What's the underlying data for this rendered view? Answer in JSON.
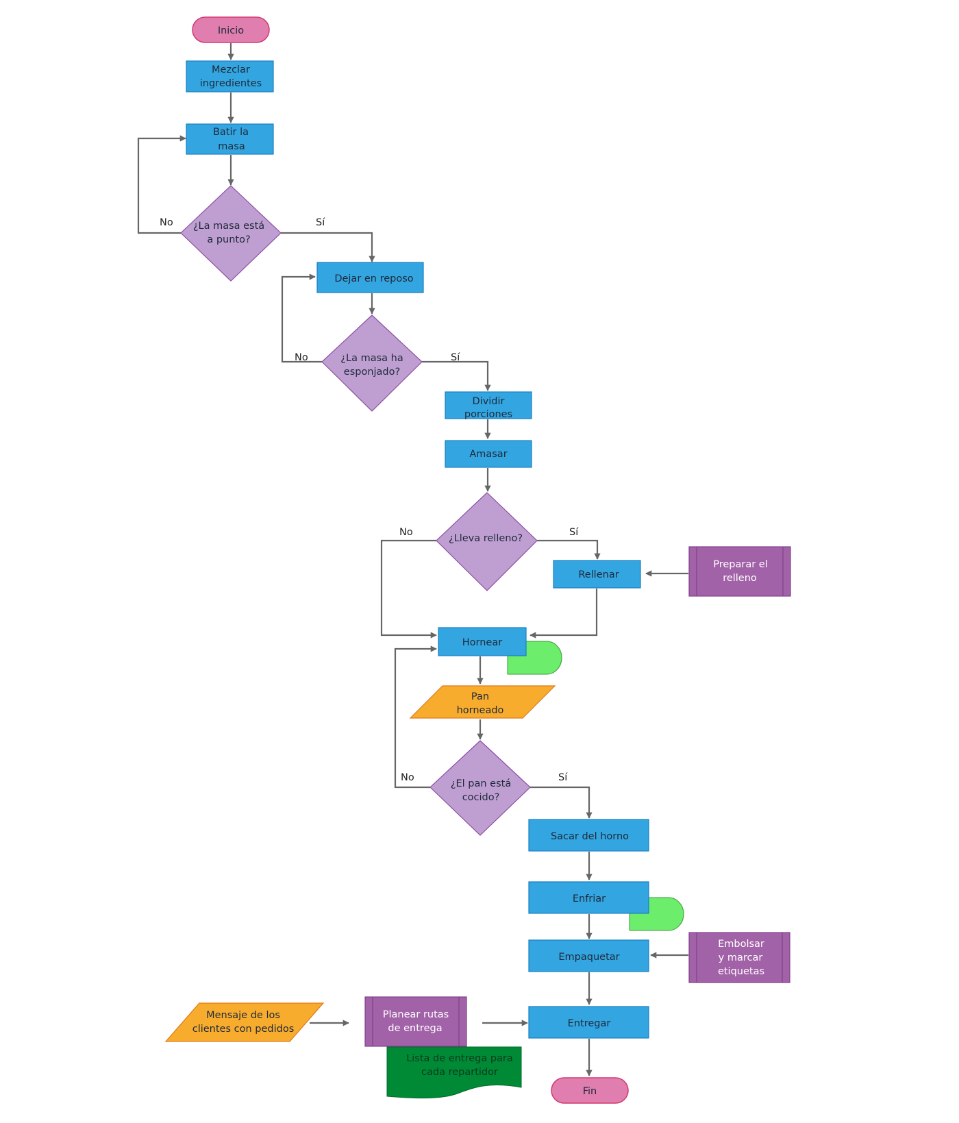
{
  "colors": {
    "terminator": "#e07eb0",
    "process": "#33a5e1",
    "decision": "#bf9fd1",
    "io": "#f8ac2d",
    "subprocess": "#a262a8",
    "delay": "#6ded6c",
    "document": "#008a36",
    "connector": "#666666"
  },
  "nodes": {
    "inicio": "Inicio",
    "mezclar": [
      "Mezclar",
      "ingredientes"
    ],
    "batir": [
      "Batir la",
      "masa"
    ],
    "masa_punto": [
      "¿La masa está",
      "a punto?"
    ],
    "reposo": "Dejar en reposo",
    "esponjado": [
      "¿La masa ha",
      "esponjado?"
    ],
    "dividir": [
      "Dividir",
      "porciones"
    ],
    "amasar": "Amasar",
    "relleno_q": "¿Lleva relleno?",
    "rellenar": "Rellenar",
    "preparar": [
      "Preparar el",
      "relleno"
    ],
    "hornear": "Hornear",
    "pan_horneado": [
      "Pan",
      "horneado"
    ],
    "cocido": [
      "¿El pan está",
      "cocido?"
    ],
    "sacar": "Sacar del horno",
    "enfriar": "Enfriar",
    "empaquetar": "Empaquetar",
    "embolsar": [
      "Embolsar",
      "y marcar",
      "etiquetas"
    ],
    "mensaje": [
      "Mensaje de los",
      "clientes con pedidos"
    ],
    "planear": [
      "Planear rutas",
      "de entrega"
    ],
    "lista": [
      "Lista de entrega para",
      "cada repartidor"
    ],
    "entregar": "Entregar",
    "fin": "Fin"
  },
  "edges": {
    "no": "No",
    "si": "Sí"
  }
}
